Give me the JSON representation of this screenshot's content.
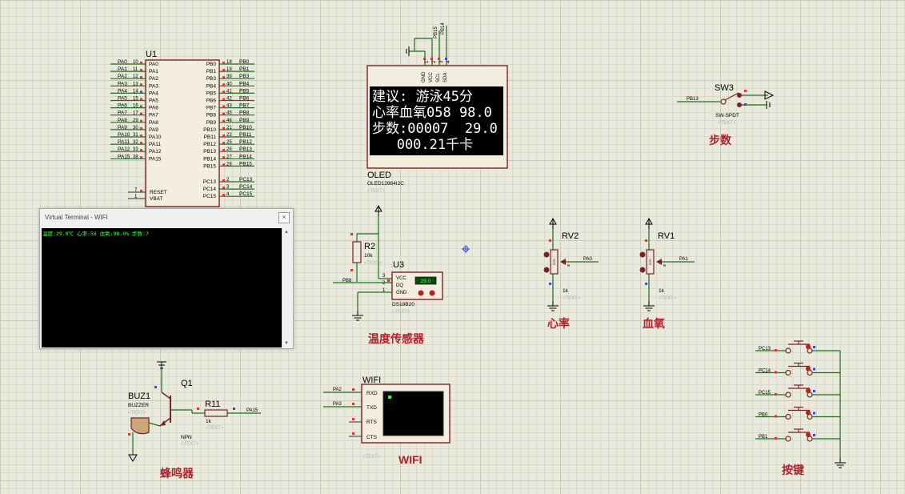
{
  "u1": {
    "ref": "U1",
    "left_pins": [
      {
        "label": "PA0",
        "num": "10",
        "name": "PA0"
      },
      {
        "label": "PA1",
        "num": "11",
        "name": "PA1"
      },
      {
        "label": "PA2",
        "num": "12",
        "name": "PA2"
      },
      {
        "label": "PA3",
        "num": "13",
        "name": "PA3"
      },
      {
        "label": "PA4",
        "num": "14",
        "name": "PA4"
      },
      {
        "label": "PA5",
        "num": "15",
        "name": "PA5"
      },
      {
        "label": "PA6",
        "num": "16",
        "name": "PA6"
      },
      {
        "label": "PA7",
        "num": "17",
        "name": "PA7"
      },
      {
        "label": "PA8",
        "num": "29",
        "name": "PA8"
      },
      {
        "label": "PA9",
        "num": "30",
        "name": "PA9"
      },
      {
        "label": "PA10",
        "num": "31",
        "name": "PA10"
      },
      {
        "label": "PA11",
        "num": "32",
        "name": "PA11"
      },
      {
        "label": "PA12",
        "num": "33",
        "name": "PA12"
      },
      {
        "label": "PA15",
        "num": "38",
        "name": "PA15"
      }
    ],
    "bottom_left_pins": [
      {
        "num": "7",
        "name": "RESET"
      },
      {
        "num": "1",
        "name": "VBAT"
      }
    ],
    "right_pins": [
      {
        "name": "PB0",
        "num": "18",
        "label": "PB0"
      },
      {
        "name": "PB1",
        "num": "19",
        "label": "PB1"
      },
      {
        "name": "PB3",
        "num": "39",
        "label": "PB3"
      },
      {
        "name": "PB4",
        "num": "40",
        "label": "PB4"
      },
      {
        "name": "PB5",
        "num": "41",
        "label": "PB5"
      },
      {
        "name": "PB6",
        "num": "42",
        "label": "PB6"
      },
      {
        "name": "PB7",
        "num": "43",
        "label": "PB7"
      },
      {
        "name": "PB8",
        "num": "45",
        "label": "PB8"
      },
      {
        "name": "PB9",
        "num": "46",
        "label": "PB9"
      },
      {
        "name": "PB10",
        "num": "21",
        "label": "PB10"
      },
      {
        "name": "PB11",
        "num": "22",
        "label": "PB11"
      },
      {
        "name": "PB12",
        "num": "25",
        "label": "PB12"
      },
      {
        "name": "PB13",
        "num": "26",
        "label": "PB13"
      },
      {
        "name": "PB14",
        "num": "27",
        "label": "PB14"
      },
      {
        "name": "PB15",
        "num": "28",
        "label": "PB15"
      }
    ],
    "right_pc_pins": [
      {
        "name": "PC13",
        "num": "2",
        "label": "PC13"
      },
      {
        "name": "PC14",
        "num": "3",
        "label": "PC14"
      },
      {
        "name": "PC15",
        "num": "4",
        "label": "PC15"
      }
    ]
  },
  "oled": {
    "ref": "OLED",
    "part": "OLED12864I2C",
    "text_placeholder": "<TEXT>",
    "pins": [
      "GND",
      "VCC",
      "SCL",
      "SDA"
    ],
    "pin_nums": [
      "1",
      "2",
      "3",
      "4"
    ],
    "net_labels": [
      "PB15",
      "PB14"
    ],
    "lines": [
      "建议: 游泳45分",
      "心率血氧058 98.0",
      "步数:00007  29.0",
      "   000.21千卡"
    ]
  },
  "sw3": {
    "ref": "SW3",
    "part": "SW-SPDT",
    "text": "<TEXT>",
    "net": "PB13",
    "caption": "步数"
  },
  "terminal": {
    "title": "Virtual Terminal - WIFI",
    "close": "×",
    "output": "温度:29.0℃ 心率:58 血氧:98.0% 步数:7"
  },
  "r2": {
    "ref": "R2",
    "value": "10k",
    "text": "<TEXT>"
  },
  "u3": {
    "ref": "U3",
    "part": "DS18B20",
    "text": "<TEXT>",
    "reading": "29.0",
    "pins": [
      "VCC",
      "DQ",
      "GND"
    ],
    "pin_nums": [
      "3",
      "2",
      "1"
    ],
    "net": "PB8",
    "caption": "温度传感器"
  },
  "rv2": {
    "ref": "RV2",
    "value": "1k",
    "text": "<TEXT>",
    "net": "PA0",
    "wiper": "50%",
    "caption": "心率"
  },
  "rv1": {
    "ref": "RV1",
    "value": "1k",
    "text": "<TEXT>",
    "net": "PA1",
    "wiper": "50%",
    "caption": "血氧"
  },
  "buzzer": {
    "ref": "BUZ1",
    "part": "BUZZER",
    "text": "<TEXT>",
    "caption": "蜂鸣器"
  },
  "q1": {
    "ref": "Q1",
    "part": "NPN",
    "text": "<TEXT>"
  },
  "r11": {
    "ref": "R11",
    "value": "1k",
    "text": "<TEXT>",
    "net": "PA15"
  },
  "wifi": {
    "ref": "WIFI",
    "text": "<TEXT>",
    "pins": [
      "RXD",
      "TXD",
      "RTS",
      "CTS"
    ],
    "nets": [
      "PA2",
      "PA3"
    ],
    "caption": "WIFI"
  },
  "keys": {
    "nets": [
      "PC13",
      "PC14",
      "PC15",
      "PB0",
      "PB1"
    ],
    "caption": "按键"
  },
  "colors": {
    "body_stroke": "#7a2323",
    "body_fill": "#f3eee0",
    "wire": "#1e6e1e",
    "caption": "#b0212a",
    "lcd_green": "#36ff36"
  }
}
